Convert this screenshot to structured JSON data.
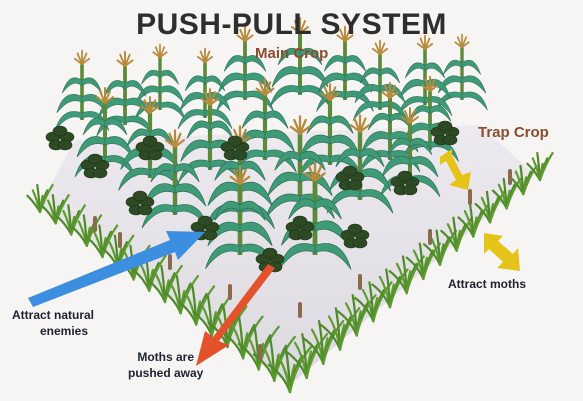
{
  "title": "PUSH-PULL SYSTEM",
  "labels": {
    "main_crop": "Main Crop",
    "trap_crop": "Trap Crop",
    "attract_moths": "Attract moths",
    "natural_enemies_line1": "Attract natural",
    "natural_enemies_line2": "enemies",
    "pushed_line1": "Moths are",
    "pushed_line2": "pushed away"
  },
  "colors": {
    "title": "#2e2e2e",
    "crop_label": "#8a4b2f",
    "callout_text": "#1c2230",
    "push_arrow": "#e2532b",
    "enemies_arrow": "#3c8fe0",
    "moth_arrow": "#e6c319",
    "maize_leaf": "#3f9a78",
    "maize_tassel": "#b98a3c",
    "grass": "#4f8a2a",
    "repellent_plant": "#2d4a24",
    "field_floor": "#e4e2e6"
  },
  "icons": [
    "maize-plant-icon",
    "repellent-plant-icon",
    "napier-grass-icon",
    "arrow-icon"
  ]
}
